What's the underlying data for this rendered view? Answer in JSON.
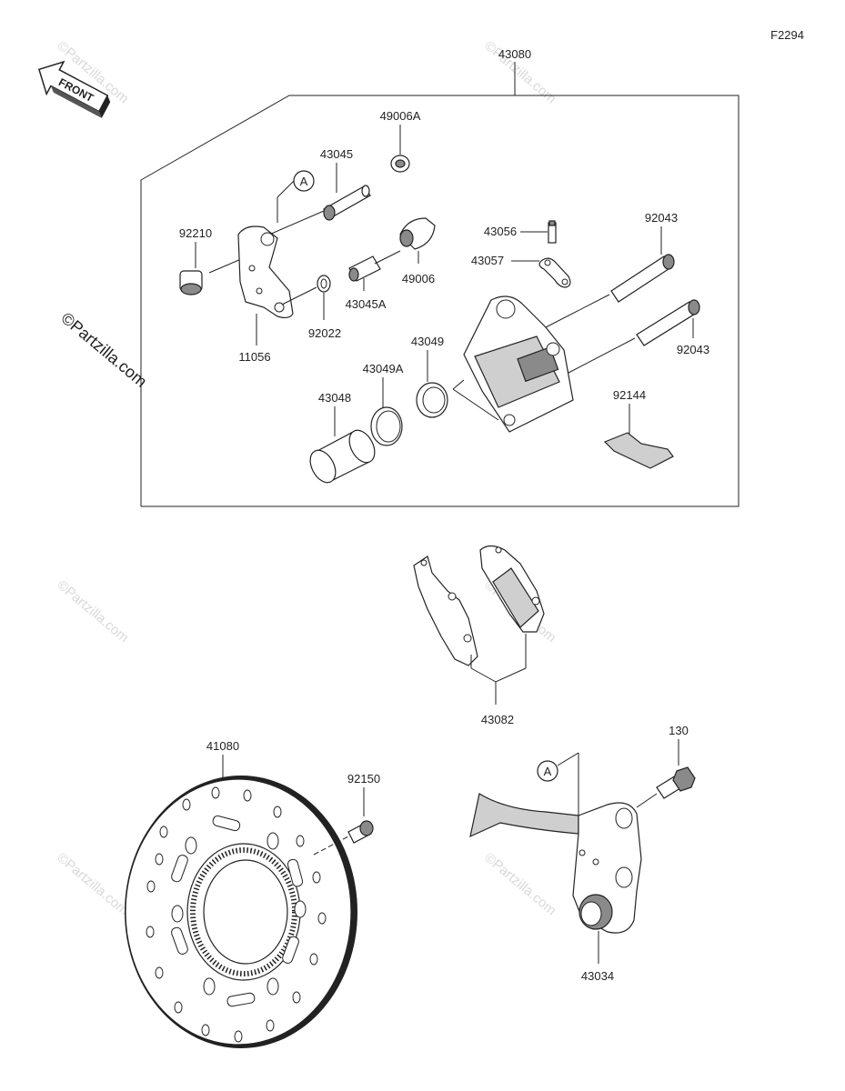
{
  "diagram_id": "F2294",
  "front_arrow_label": "FRONT",
  "copyright_text": "©Partzilla.com",
  "watermark_text": "©Partzilla.com",
  "callout_letter": "A",
  "parts": {
    "caliper_assy": "43080",
    "bleed_cap": "49006A",
    "pin_43045": "43045",
    "pin_43045a": "43045A",
    "boot_92210": "92210",
    "bracket_11056": "11056",
    "washer_92022": "92022",
    "boot_49006": "49006",
    "bleeder_43056": "43056",
    "spring_43057": "43057",
    "bolt_92043_top": "92043",
    "bolt_92043_bottom": "92043",
    "seal_43049": "43049",
    "seal_43049a": "43049A",
    "piston_43048": "43048",
    "spring_92144": "92144",
    "pads_43082": "43082",
    "disc_41080": "41080",
    "bolt_92150": "92150",
    "bolt_130": "130",
    "bracket_43034": "43034"
  }
}
